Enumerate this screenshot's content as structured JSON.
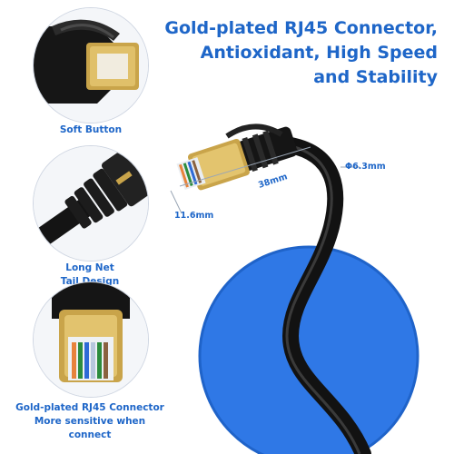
{
  "headline": {
    "line1": "Gold-plated RJ45 Connector,",
    "line2": "Antioxidant, High Speed",
    "line3": "and Stability"
  },
  "features": [
    {
      "caption_lines": [
        "Soft Button"
      ],
      "icon": "soft-button-closeup"
    },
    {
      "caption_lines": [
        "Long Net",
        "Tail Design"
      ],
      "icon": "tail-boot-closeup"
    },
    {
      "caption_lines": [
        "Gold-plated RJ45 Connector",
        "More sensitive when connect"
      ],
      "icon": "gold-connector-closeup"
    }
  ],
  "dimensions": {
    "diameter": "Φ6.3mm",
    "length": "38mm",
    "width": "11.6mm"
  },
  "colors": {
    "accent": "#1e66c8",
    "circle": "#2f78e6",
    "cable": "#111111",
    "gold": "#c9a44a"
  }
}
